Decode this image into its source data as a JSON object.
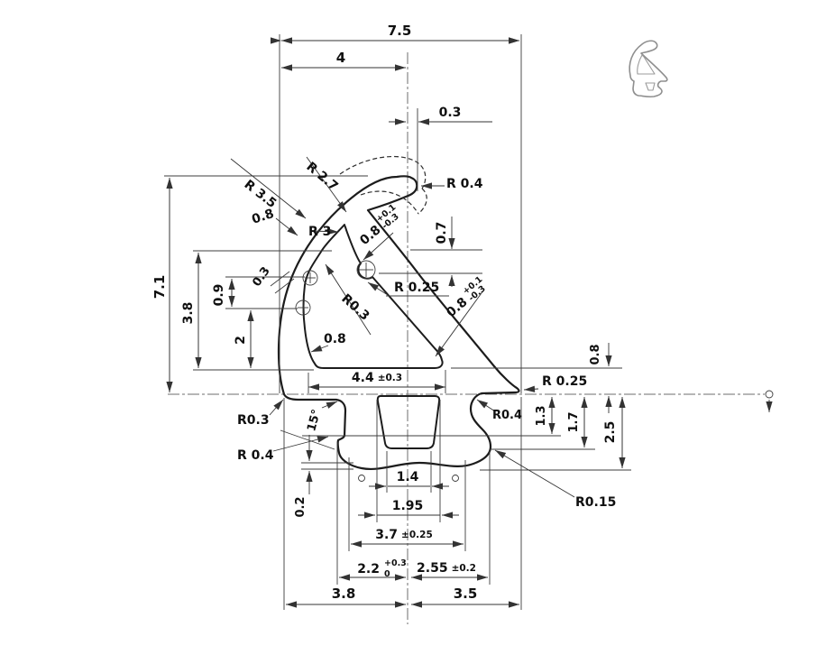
{
  "drawing": {
    "type": "profile-cross-section",
    "colors": {
      "line": "#1c1c1c",
      "thin_line": "#3c3c3c",
      "centerline": "#6e6e6e",
      "icon": "#8f8f8f"
    },
    "labels": {
      "overall_width": "7.5",
      "upper_width": "4",
      "tip_offset": "0.3",
      "r_hook_tip": "R 0.4",
      "r_outer": "R 3.5",
      "r_mid": "R 2.7",
      "r_inner": "R 3",
      "wall_thickness": "0.8",
      "hook_gap": "0.7",
      "blade_thickness": "0.8",
      "tol_plus": "+0.1",
      "tol_minus": "-0.3",
      "r_bead": "R 0.25",
      "bump_offset": "0.3",
      "bump_pitch": "0.9",
      "overall_height": "7.1",
      "wall_height": "3.8",
      "lower_wall": "2",
      "r_cavity": "R0.3",
      "flange_thickness": "0.8",
      "flange_width": "4.4",
      "flange_tol": "±0.3",
      "r_blade_tip": "R 0.25",
      "lip_height": "0.8",
      "r_notch_right": "R0.4",
      "notch_depth": "1.3",
      "mid_depth": "1.7",
      "foot_depth": "2.5",
      "r_left_tip": "R0.3",
      "r_left_notch": "R 0.4",
      "notch_angle": "15°",
      "step": "0.2",
      "slot_bottom": "1.4",
      "slot_top": "1.95",
      "foot_width": "3.7",
      "foot_width_tol": "±0.25",
      "left_width": "2.2",
      "left_tol_plus": "+0.3",
      "left_tol_zero": "0",
      "right_width": "2.55",
      "right_tol": "±0.2",
      "base_left": "3.8",
      "base_right": "3.5",
      "r_foot": "R0.15"
    }
  }
}
